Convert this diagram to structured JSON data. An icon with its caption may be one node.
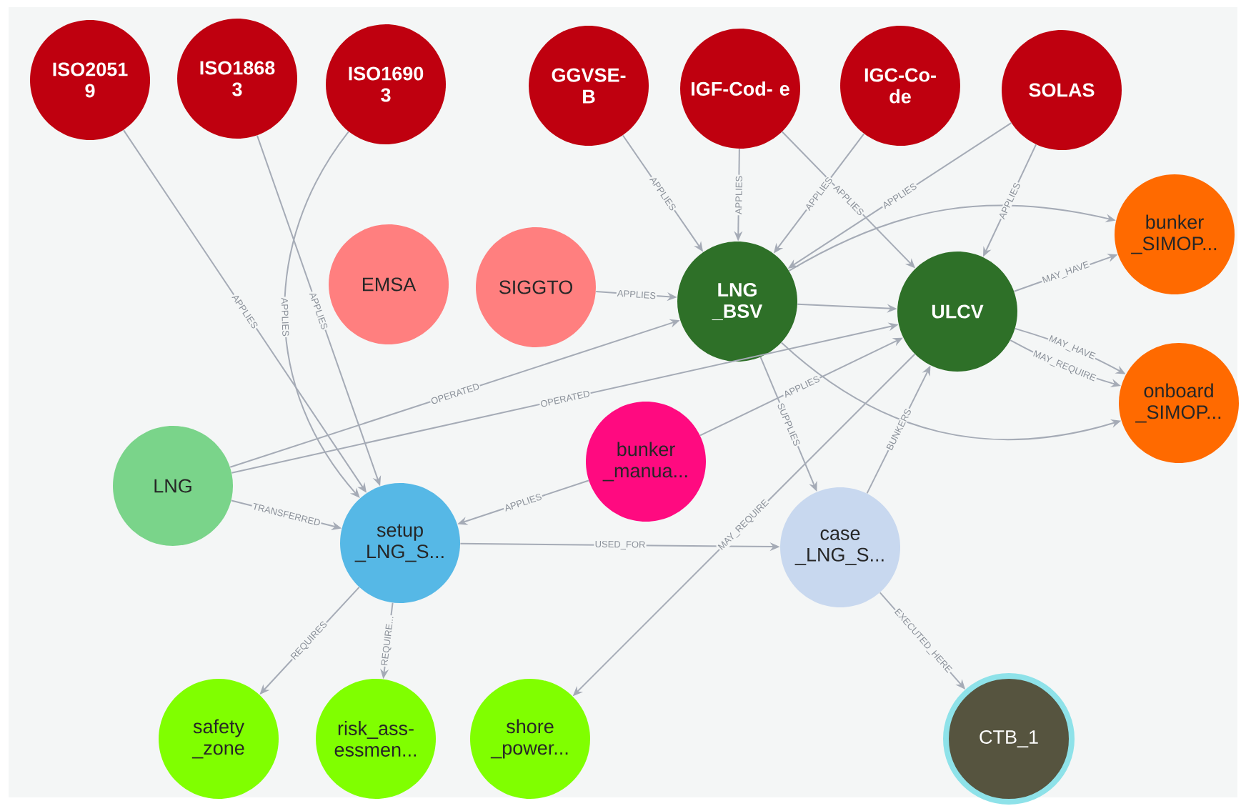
{
  "diagram": {
    "nodes": [
      {
        "text": [
          "ISO2051 9"
        ]
      },
      {
        "text": [
          "ISO1868 3"
        ]
      },
      {
        "text": [
          "ISO1690 3"
        ]
      },
      {
        "text": [
          "GGVSE- B"
        ]
      },
      {
        "text": [
          "IGF-Cod- e"
        ]
      },
      {
        "text": [
          "IGC-Co- de"
        ]
      },
      {
        "text": [
          "SOLAS"
        ]
      },
      {
        "text": [
          "EMSA"
        ]
      },
      {
        "text": [
          "SIGGTO"
        ]
      },
      {
        "text": [
          "LNG _BSV"
        ]
      },
      {
        "text": [
          "ULCV"
        ]
      },
      {
        "text": [
          "bunker _SIMOP..."
        ]
      },
      {
        "text": [
          "onboard _SIMOP..."
        ]
      },
      {
        "text": [
          "LNG"
        ]
      },
      {
        "text": [
          "bunker _manua..."
        ]
      },
      {
        "text": [
          "setup _LNG_S..."
        ]
      },
      {
        "text": [
          "case _LNG_S..."
        ]
      },
      {
        "text": [
          "safety _zone"
        ]
      },
      {
        "text": [
          "risk_ass- essmen..."
        ]
      },
      {
        "text": [
          "shore _power..."
        ]
      },
      {
        "text": [
          "CTB_1"
        ]
      }
    ],
    "edges": [
      {
        "from": 0,
        "to": 15,
        "arrow": "to",
        "label": "APPLIES"
      },
      {
        "from": 1,
        "to": 15,
        "arrow": "to",
        "label": "APPLIES"
      },
      {
        "from": 2,
        "to": 15,
        "arrow": "to",
        "label": "APPLIES"
      },
      {
        "from": 3,
        "to": 9,
        "arrow": "to",
        "label": "APPLIES"
      },
      {
        "from": 4,
        "to": 9,
        "arrow": "to",
        "label": "APPLIES"
      },
      {
        "from": 4,
        "to": 10,
        "arrow": "to",
        "label": "APPLIES"
      },
      {
        "from": 5,
        "to": 9,
        "arrow": "to",
        "label": "APPLIES"
      },
      {
        "from": 6,
        "to": 9,
        "arrow": "to",
        "label": "APPLIES"
      },
      {
        "from": 6,
        "to": 10,
        "arrow": "to",
        "label": "APPLIES"
      },
      {
        "from": 8,
        "to": 9,
        "arrow": "to",
        "label": "APPLIES"
      },
      {
        "from": 9,
        "to": 11,
        "arrow": "to"
      },
      {
        "from": 10,
        "to": 11,
        "arrow": "to",
        "label": "MAY_HAVE"
      },
      {
        "from": 9,
        "to": 10,
        "arrow": "to"
      },
      {
        "from": 13,
        "to": 9,
        "arrow": "to",
        "label": "OPERATED"
      },
      {
        "from": 13,
        "to": 10,
        "arrow": "to",
        "label": "OPERATED"
      },
      {
        "from": 10,
        "to": 12,
        "arrow": "to",
        "label": "MAY_HAVE"
      },
      {
        "from": 10,
        "to": 12,
        "arrow": "to",
        "label": "MAY_REQUIRE"
      },
      {
        "from": 9,
        "to": 12,
        "arrow": "to"
      },
      {
        "from": 14,
        "to": 10,
        "arrow": "to",
        "label": "APPLIES"
      },
      {
        "from": 14,
        "to": 15,
        "arrow": "to",
        "label": "APPLIES"
      },
      {
        "from": 9,
        "to": 16,
        "arrow": "to",
        "label": "SUPPLIES"
      },
      {
        "from": 16,
        "to": 10,
        "arrow": "to",
        "label": "BUNKERS"
      },
      {
        "from": 10,
        "to": 19,
        "arrow": "to",
        "label": "MAY_REQUIRE"
      },
      {
        "from": 15,
        "to": 16,
        "arrow": "to",
        "label": "USED_FOR"
      },
      {
        "from": 13,
        "to": 15,
        "arrow": "to",
        "label": "TRANSFERRED"
      },
      {
        "from": 15,
        "to": 17,
        "arrow": "to",
        "label": "REQUIRES"
      },
      {
        "from": 15,
        "to": 18,
        "arrow": "to",
        "label": "REQUIRE..."
      },
      {
        "from": 16,
        "to": 20,
        "arrow": "to",
        "label": "EXECUTED_HERE"
      }
    ]
  }
}
